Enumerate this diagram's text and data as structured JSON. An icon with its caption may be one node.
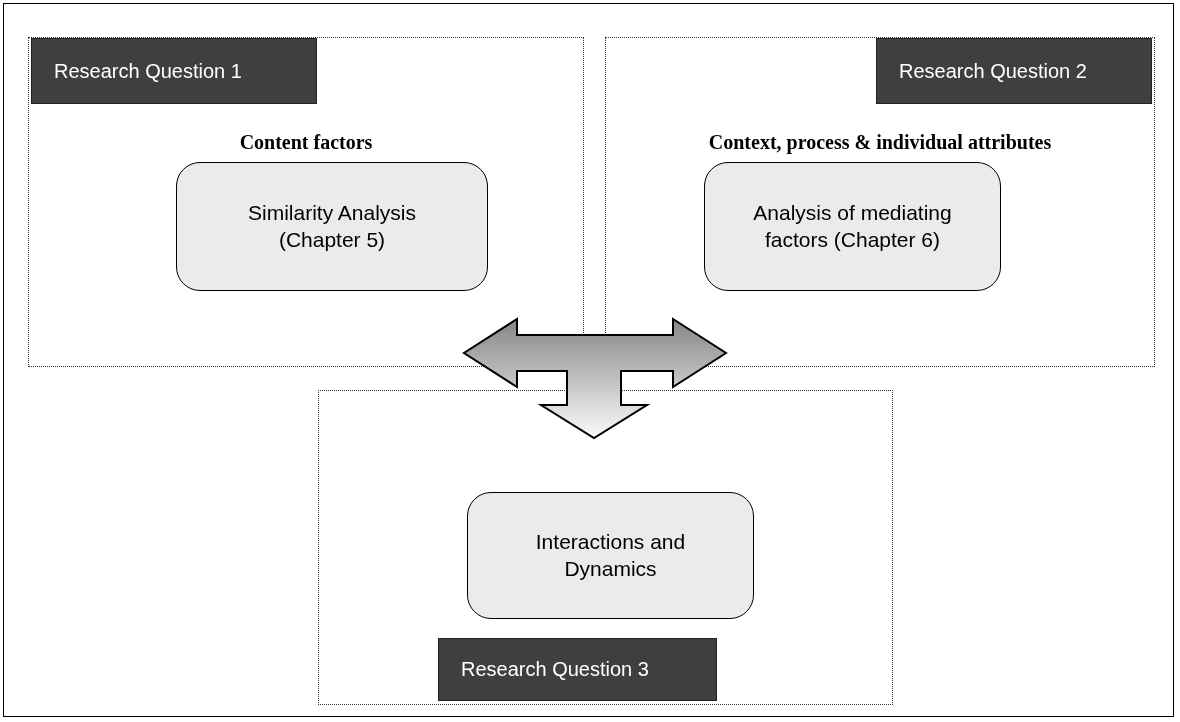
{
  "diagram": {
    "nodes": [
      {
        "text": [
          "Content factors"
        ]
      },
      {
        "text": [
          "Research Question 1"
        ],
        "in": 0
      },
      {
        "text": [
          "Similarity Analysis (Chapter 5)"
        ],
        "in": 0
      },
      {
        "text": [
          "Context, process & individual attributes"
        ]
      },
      {
        "text": [
          "Research Question 2"
        ],
        "in": 3
      },
      {
        "text": [
          "Analysis of mediating factors (Chapter 6)"
        ],
        "in": 3
      },
      {
        "text": [],
        "shape": "box"
      },
      {
        "text": [
          "Interactions and Dynamics"
        ],
        "in": 6
      },
      {
        "text": [
          "Research Question 3"
        ],
        "in": 6
      }
    ],
    "edges": [
      {
        "from": 0,
        "to": 3,
        "arrow": "both"
      },
      {
        "from": null,
        "to": 6,
        "arrow": "to"
      }
    ]
  }
}
